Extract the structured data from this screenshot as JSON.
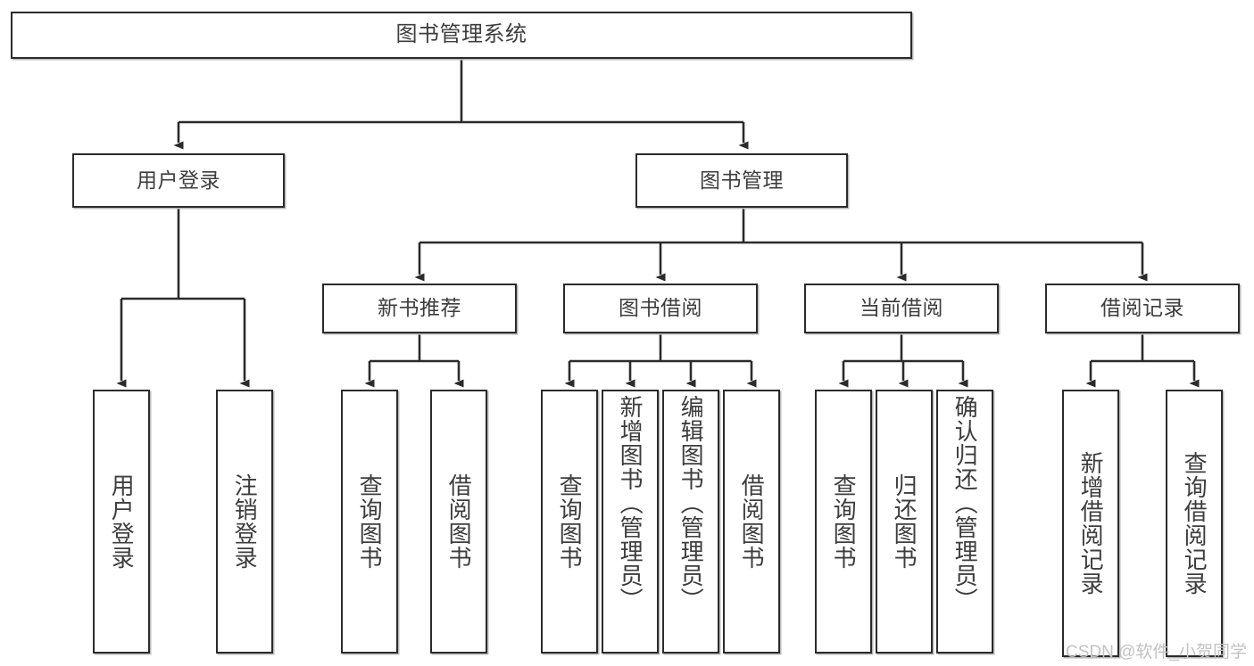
{
  "diagram": {
    "type": "tree",
    "title": "图书管理系统",
    "watermark": "CSDN @软件_小贺同学",
    "colors": {
      "border": "#2b2b2b",
      "shadow": "#b9b9b9",
      "text": "#3d3d3d",
      "background": "#ffffff",
      "edge": "#2b2b2b",
      "watermark": "#c2c2c2"
    },
    "nodes": {
      "root": {
        "label": "图书管理系统"
      },
      "level2": [
        {
          "id": "user-login",
          "label": "用户登录"
        },
        {
          "id": "book-manage",
          "label": "图书管理"
        }
      ],
      "level3": [
        {
          "id": "new-book-recommend",
          "label": "新书推荐"
        },
        {
          "id": "book-borrow",
          "label": "图书借阅"
        },
        {
          "id": "current-borrow",
          "label": "当前借阅"
        },
        {
          "id": "borrow-record",
          "label": "借阅记录"
        }
      ],
      "leaves": {
        "user-login": [
          {
            "id": "leaf-user-login",
            "label": "用户登录"
          },
          {
            "id": "leaf-logout",
            "label": "注销登录"
          }
        ],
        "new-book-recommend": [
          {
            "id": "leaf-query-book-1",
            "label": "查询图书"
          },
          {
            "id": "leaf-borrow-book-1",
            "label": "借阅图书"
          }
        ],
        "book-borrow": [
          {
            "id": "leaf-query-book-2",
            "label": "查询图书"
          },
          {
            "id": "leaf-add-book",
            "label": "新增图书（管理员）"
          },
          {
            "id": "leaf-edit-book",
            "label": "编辑图书（管理员）"
          },
          {
            "id": "leaf-borrow-book-2",
            "label": "借阅图书"
          }
        ],
        "current-borrow": [
          {
            "id": "leaf-query-book-3",
            "label": "查询图书"
          },
          {
            "id": "leaf-return-book",
            "label": "归还图书"
          },
          {
            "id": "leaf-confirm-return",
            "label": "确认归还（管理员）"
          }
        ],
        "borrow-record": [
          {
            "id": "leaf-add-record",
            "label": "新增借阅记录"
          },
          {
            "id": "leaf-query-record",
            "label": "查询借阅记录"
          }
        ]
      }
    }
  }
}
